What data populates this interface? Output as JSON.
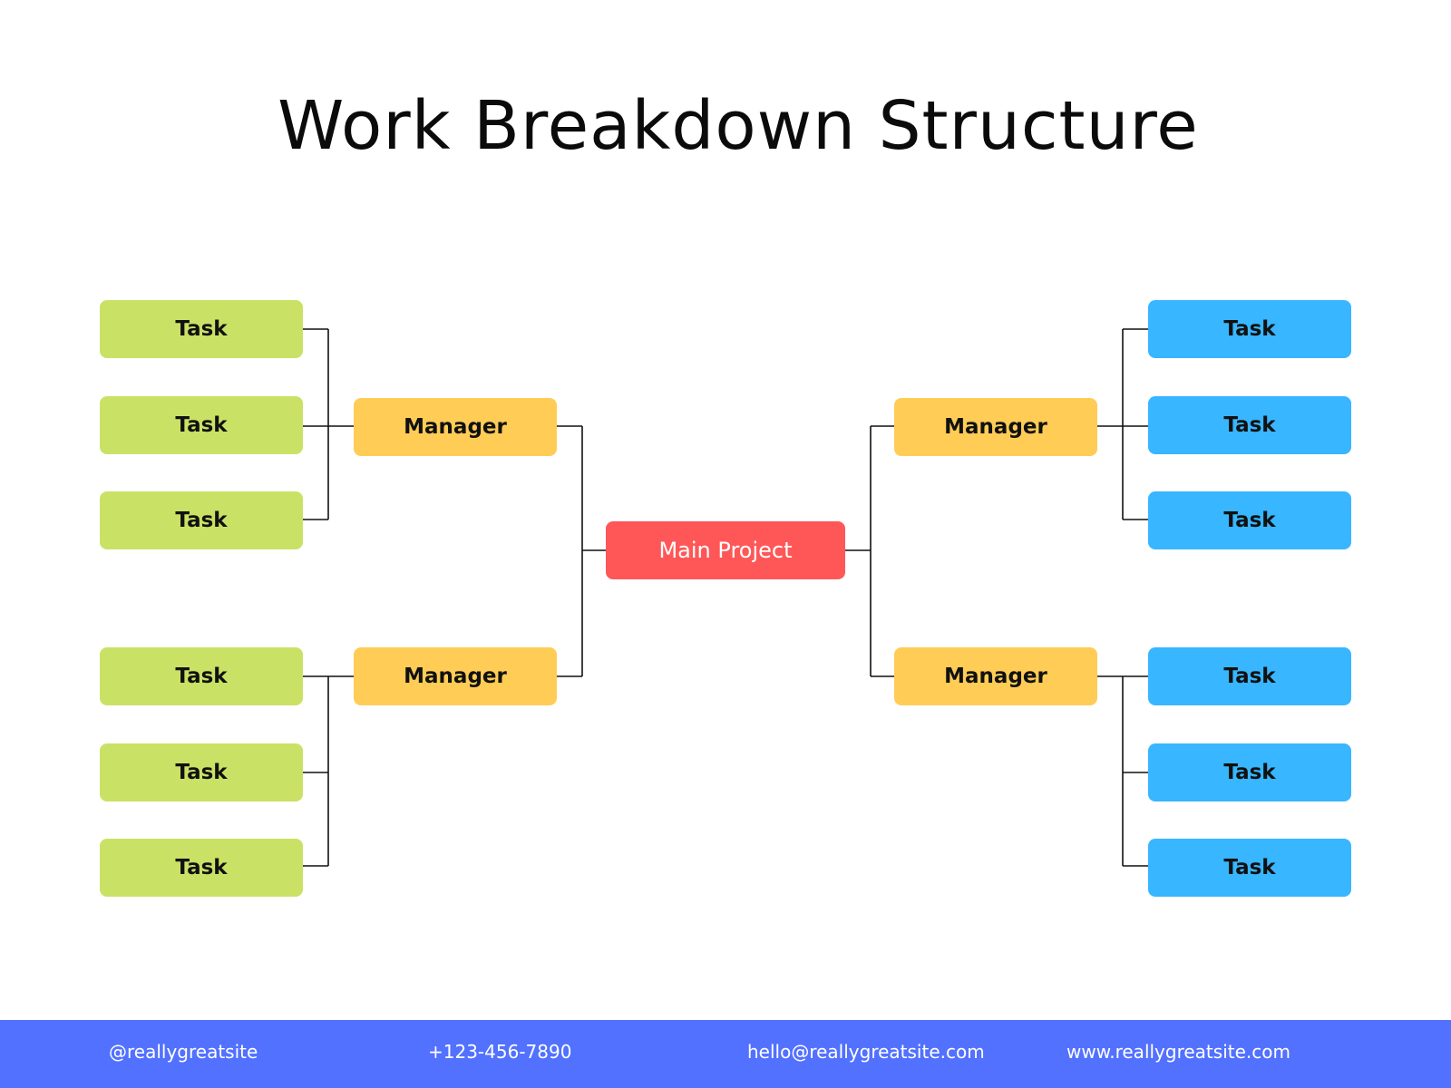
{
  "title": "Work Breakdown Structure",
  "colors": {
    "task_left": "#c9e265",
    "task_right": "#38b6ff",
    "manager": "#ffcc55",
    "main_project": "#ff5757",
    "footer": "#5271ff",
    "connector": "#111111"
  },
  "main_project": "Main Project",
  "managers": {
    "left_top": "Manager",
    "left_bottom": "Manager",
    "right_top": "Manager",
    "right_bottom": "Manager"
  },
  "tasks": {
    "left_top": [
      "Task",
      "Task",
      "Task"
    ],
    "left_bottom": [
      "Task",
      "Task",
      "Task"
    ],
    "right_top": [
      "Task",
      "Task",
      "Task"
    ],
    "right_bottom": [
      "Task",
      "Task",
      "Task"
    ]
  },
  "footer": {
    "social": "@reallygreatsite",
    "phone": "+123-456-7890",
    "email": "hello@reallygreatsite.com",
    "website": "www.reallygreatsite.com"
  }
}
